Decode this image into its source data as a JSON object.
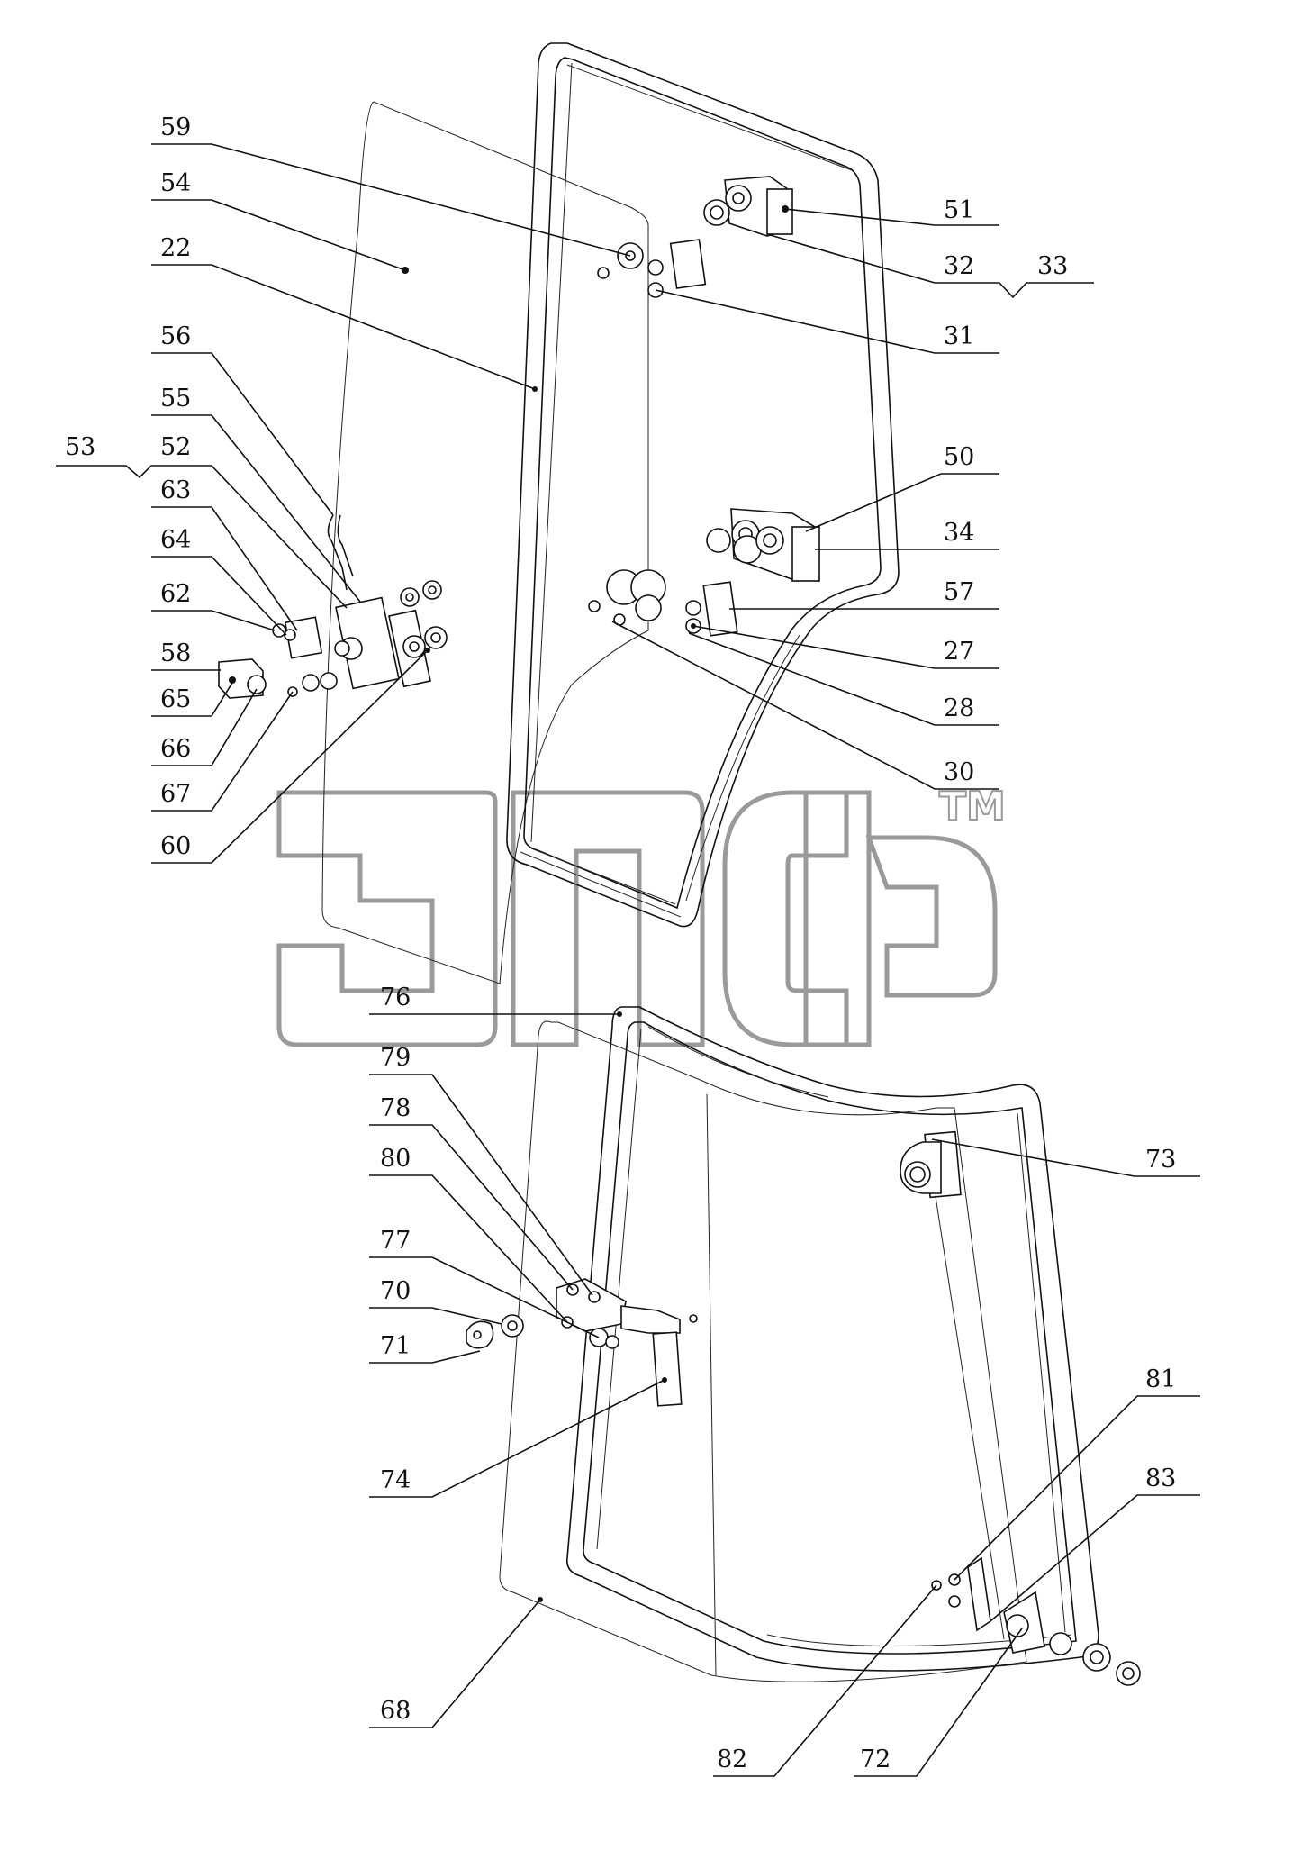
{
  "watermark": {
    "tm_mark": "TM"
  },
  "labels": [
    {
      "id": "59",
      "text": "59"
    },
    {
      "id": "54",
      "text": "54"
    },
    {
      "id": "22",
      "text": "22"
    },
    {
      "id": "56",
      "text": "56"
    },
    {
      "id": "55",
      "text": "55"
    },
    {
      "id": "53",
      "text": "53"
    },
    {
      "id": "52",
      "text": "52"
    },
    {
      "id": "63",
      "text": "63"
    },
    {
      "id": "64",
      "text": "64"
    },
    {
      "id": "62",
      "text": "62"
    },
    {
      "id": "58",
      "text": "58"
    },
    {
      "id": "65",
      "text": "65"
    },
    {
      "id": "66",
      "text": "66"
    },
    {
      "id": "67",
      "text": "67"
    },
    {
      "id": "60",
      "text": "60"
    },
    {
      "id": "51",
      "text": "51"
    },
    {
      "id": "32",
      "text": "32"
    },
    {
      "id": "33",
      "text": "33"
    },
    {
      "id": "31",
      "text": "31"
    },
    {
      "id": "50",
      "text": "50"
    },
    {
      "id": "34",
      "text": "34"
    },
    {
      "id": "57",
      "text": "57"
    },
    {
      "id": "27",
      "text": "27"
    },
    {
      "id": "28",
      "text": "28"
    },
    {
      "id": "30",
      "text": "30"
    },
    {
      "id": "76",
      "text": "76"
    },
    {
      "id": "79",
      "text": "79"
    },
    {
      "id": "78",
      "text": "78"
    },
    {
      "id": "80",
      "text": "80"
    },
    {
      "id": "77",
      "text": "77"
    },
    {
      "id": "70",
      "text": "70"
    },
    {
      "id": "71",
      "text": "71"
    },
    {
      "id": "74",
      "text": "74"
    },
    {
      "id": "73",
      "text": "73"
    },
    {
      "id": "81",
      "text": "81"
    },
    {
      "id": "83",
      "text": "83"
    },
    {
      "id": "68",
      "text": "68"
    },
    {
      "id": "82",
      "text": "82"
    },
    {
      "id": "72",
      "text": "72"
    }
  ]
}
